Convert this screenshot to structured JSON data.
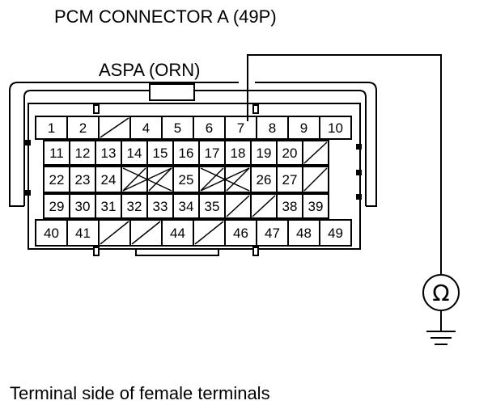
{
  "title": "PCM CONNECTOR A (49P)",
  "wire_label": "ASPA (ORN)",
  "meter_symbol": "Ω",
  "footer": "Terminal side of female terminals",
  "connector": {
    "rows": [
      [
        "1",
        "2",
        "",
        "4",
        "5",
        "6",
        "7",
        "8",
        "9",
        "10"
      ],
      [
        "11",
        "12",
        "13",
        "14",
        "15",
        "16",
        "17",
        "18",
        "19",
        "20",
        ""
      ],
      [
        "22",
        "23",
        "24",
        "",
        "",
        "25",
        "",
        "",
        "26",
        "27",
        ""
      ],
      [
        "29",
        "30",
        "31",
        "32",
        "33",
        "34",
        "35",
        "",
        "",
        "38",
        "39"
      ],
      [
        "40",
        "41",
        "",
        "",
        "44",
        "",
        "46",
        "47",
        "48",
        "49"
      ]
    ],
    "probed_terminal": "7"
  }
}
